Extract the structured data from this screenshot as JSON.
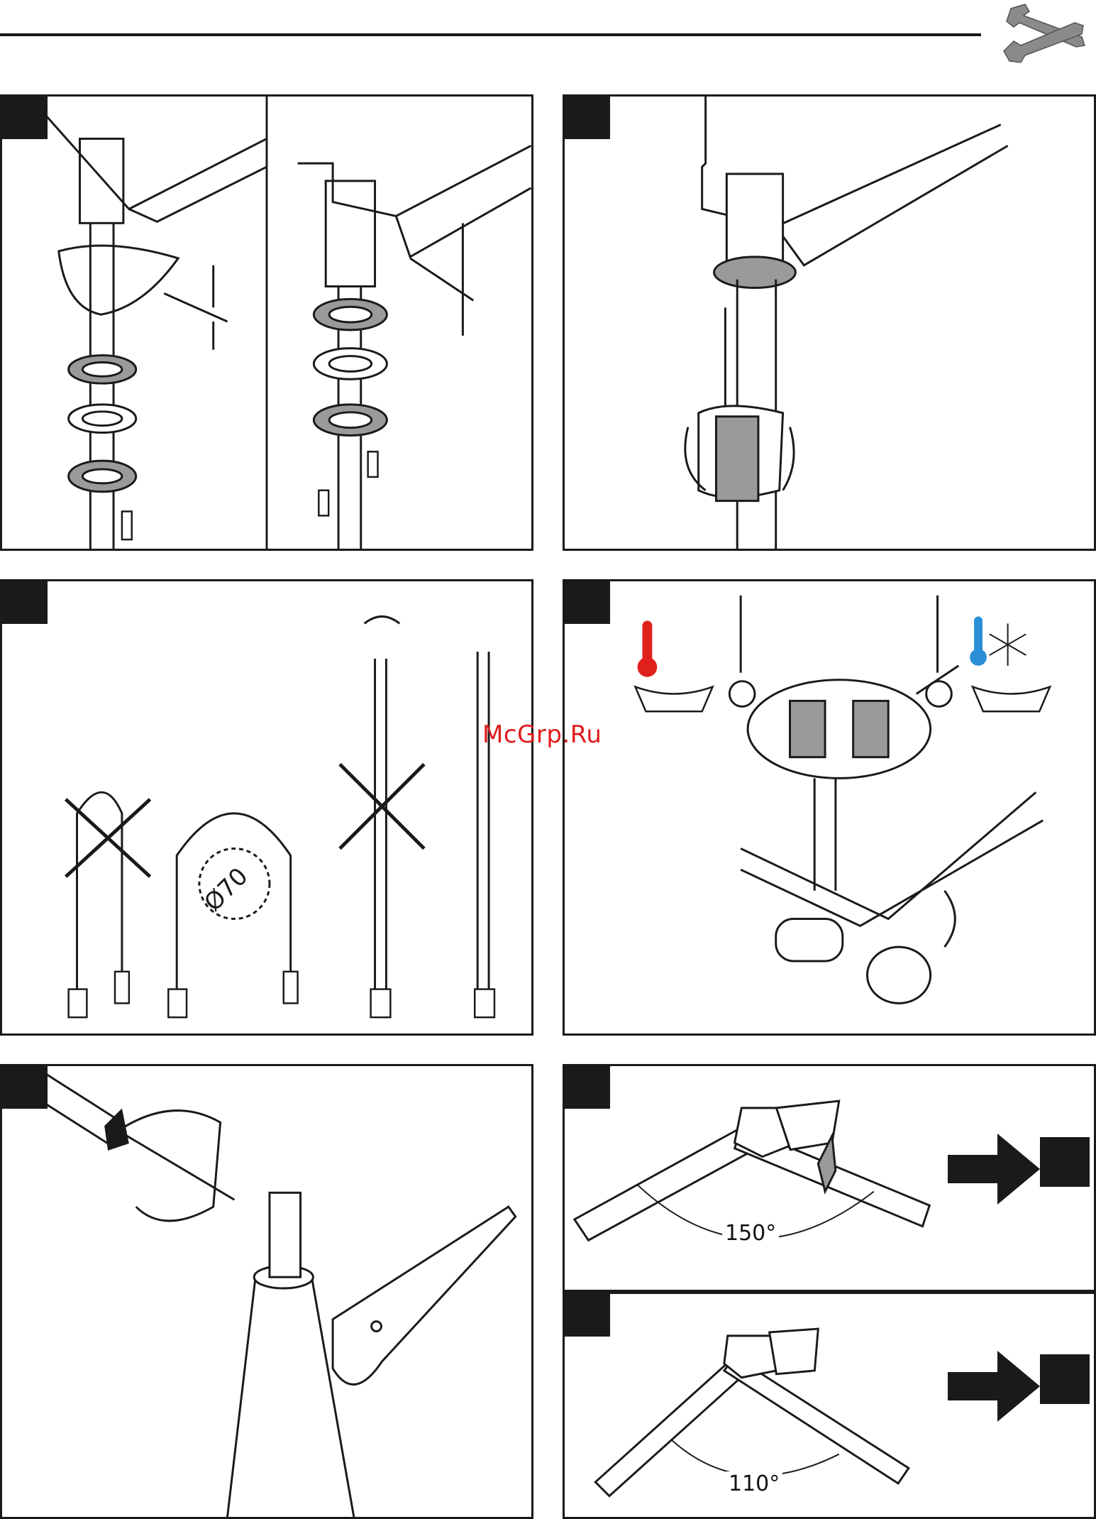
{
  "watermark": "McGrp.Ru",
  "angles": {
    "first": "150°",
    "second": "110°"
  },
  "diameter_label": "Ø70",
  "colors": {
    "line": "#1a1a1a",
    "washer_fill": "#9a9a9a",
    "hot": "#e0201c",
    "cold": "#2a8fd6",
    "watermark": "#e01b1b"
  },
  "icons": {
    "header": "tools-icon",
    "hot": "hot-thermometer-icon",
    "cold": "cold-thermometer-icon",
    "snowflake": "snowflake-icon",
    "next": "next-step-arrow-icon"
  }
}
